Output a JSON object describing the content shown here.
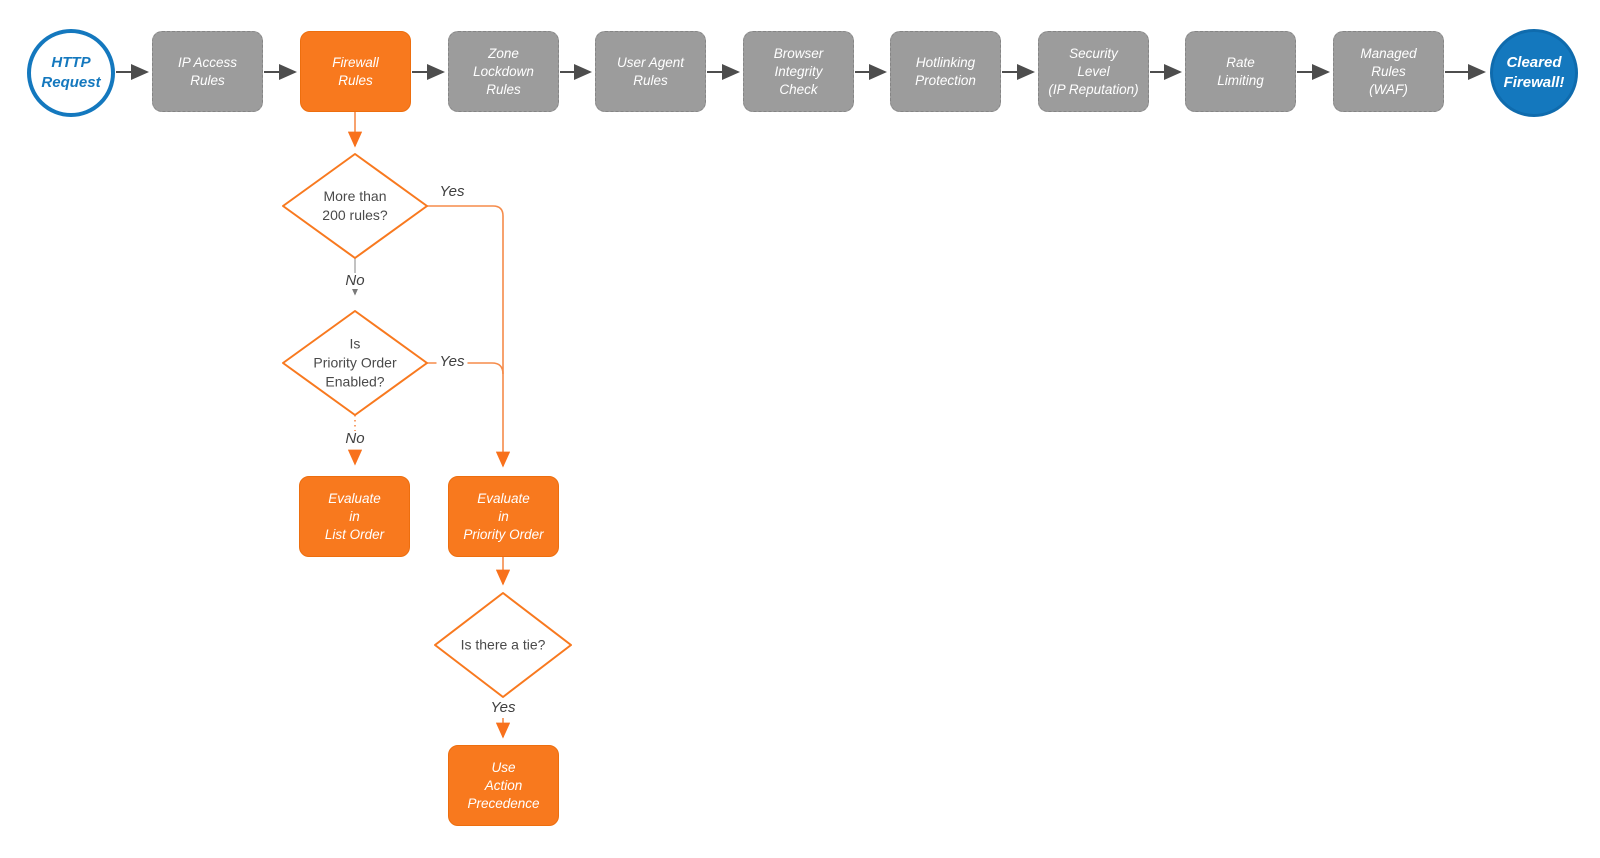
{
  "colors": {
    "accent_orange": "#F8791E",
    "step_gray": "#9C9C9C",
    "brand_blue": "#1478BE",
    "connector_dark": "#4D4D4D"
  },
  "pipeline": {
    "start": "HTTP\nRequest",
    "steps": [
      "IP Access\nRules",
      "Firewall\nRules",
      "Zone\nLockdown\nRules",
      "User Agent\nRules",
      "Browser\nIntegrity\nCheck",
      "Hotlinking\nProtection",
      "Security\nLevel\n(IP Reputation)",
      "Rate\nLimiting",
      "Managed\nRules\n(WAF)"
    ],
    "end": "Cleared\nFirewall!"
  },
  "decisions": {
    "rules_200": {
      "question": "More than\n200 rules?",
      "yes": "Yes",
      "no": "No"
    },
    "priority_enabled": {
      "question": "Is\nPriority Order\nEnabled?",
      "yes": "Yes",
      "no": "No"
    },
    "tie": {
      "question": "Is there a tie?",
      "yes": "Yes"
    }
  },
  "outcomes": {
    "list_order": "Evaluate\nin\nList Order",
    "priority_order": "Evaluate\nin\nPriority Order",
    "action_precedence": "Use\nAction\nPrecedence"
  }
}
